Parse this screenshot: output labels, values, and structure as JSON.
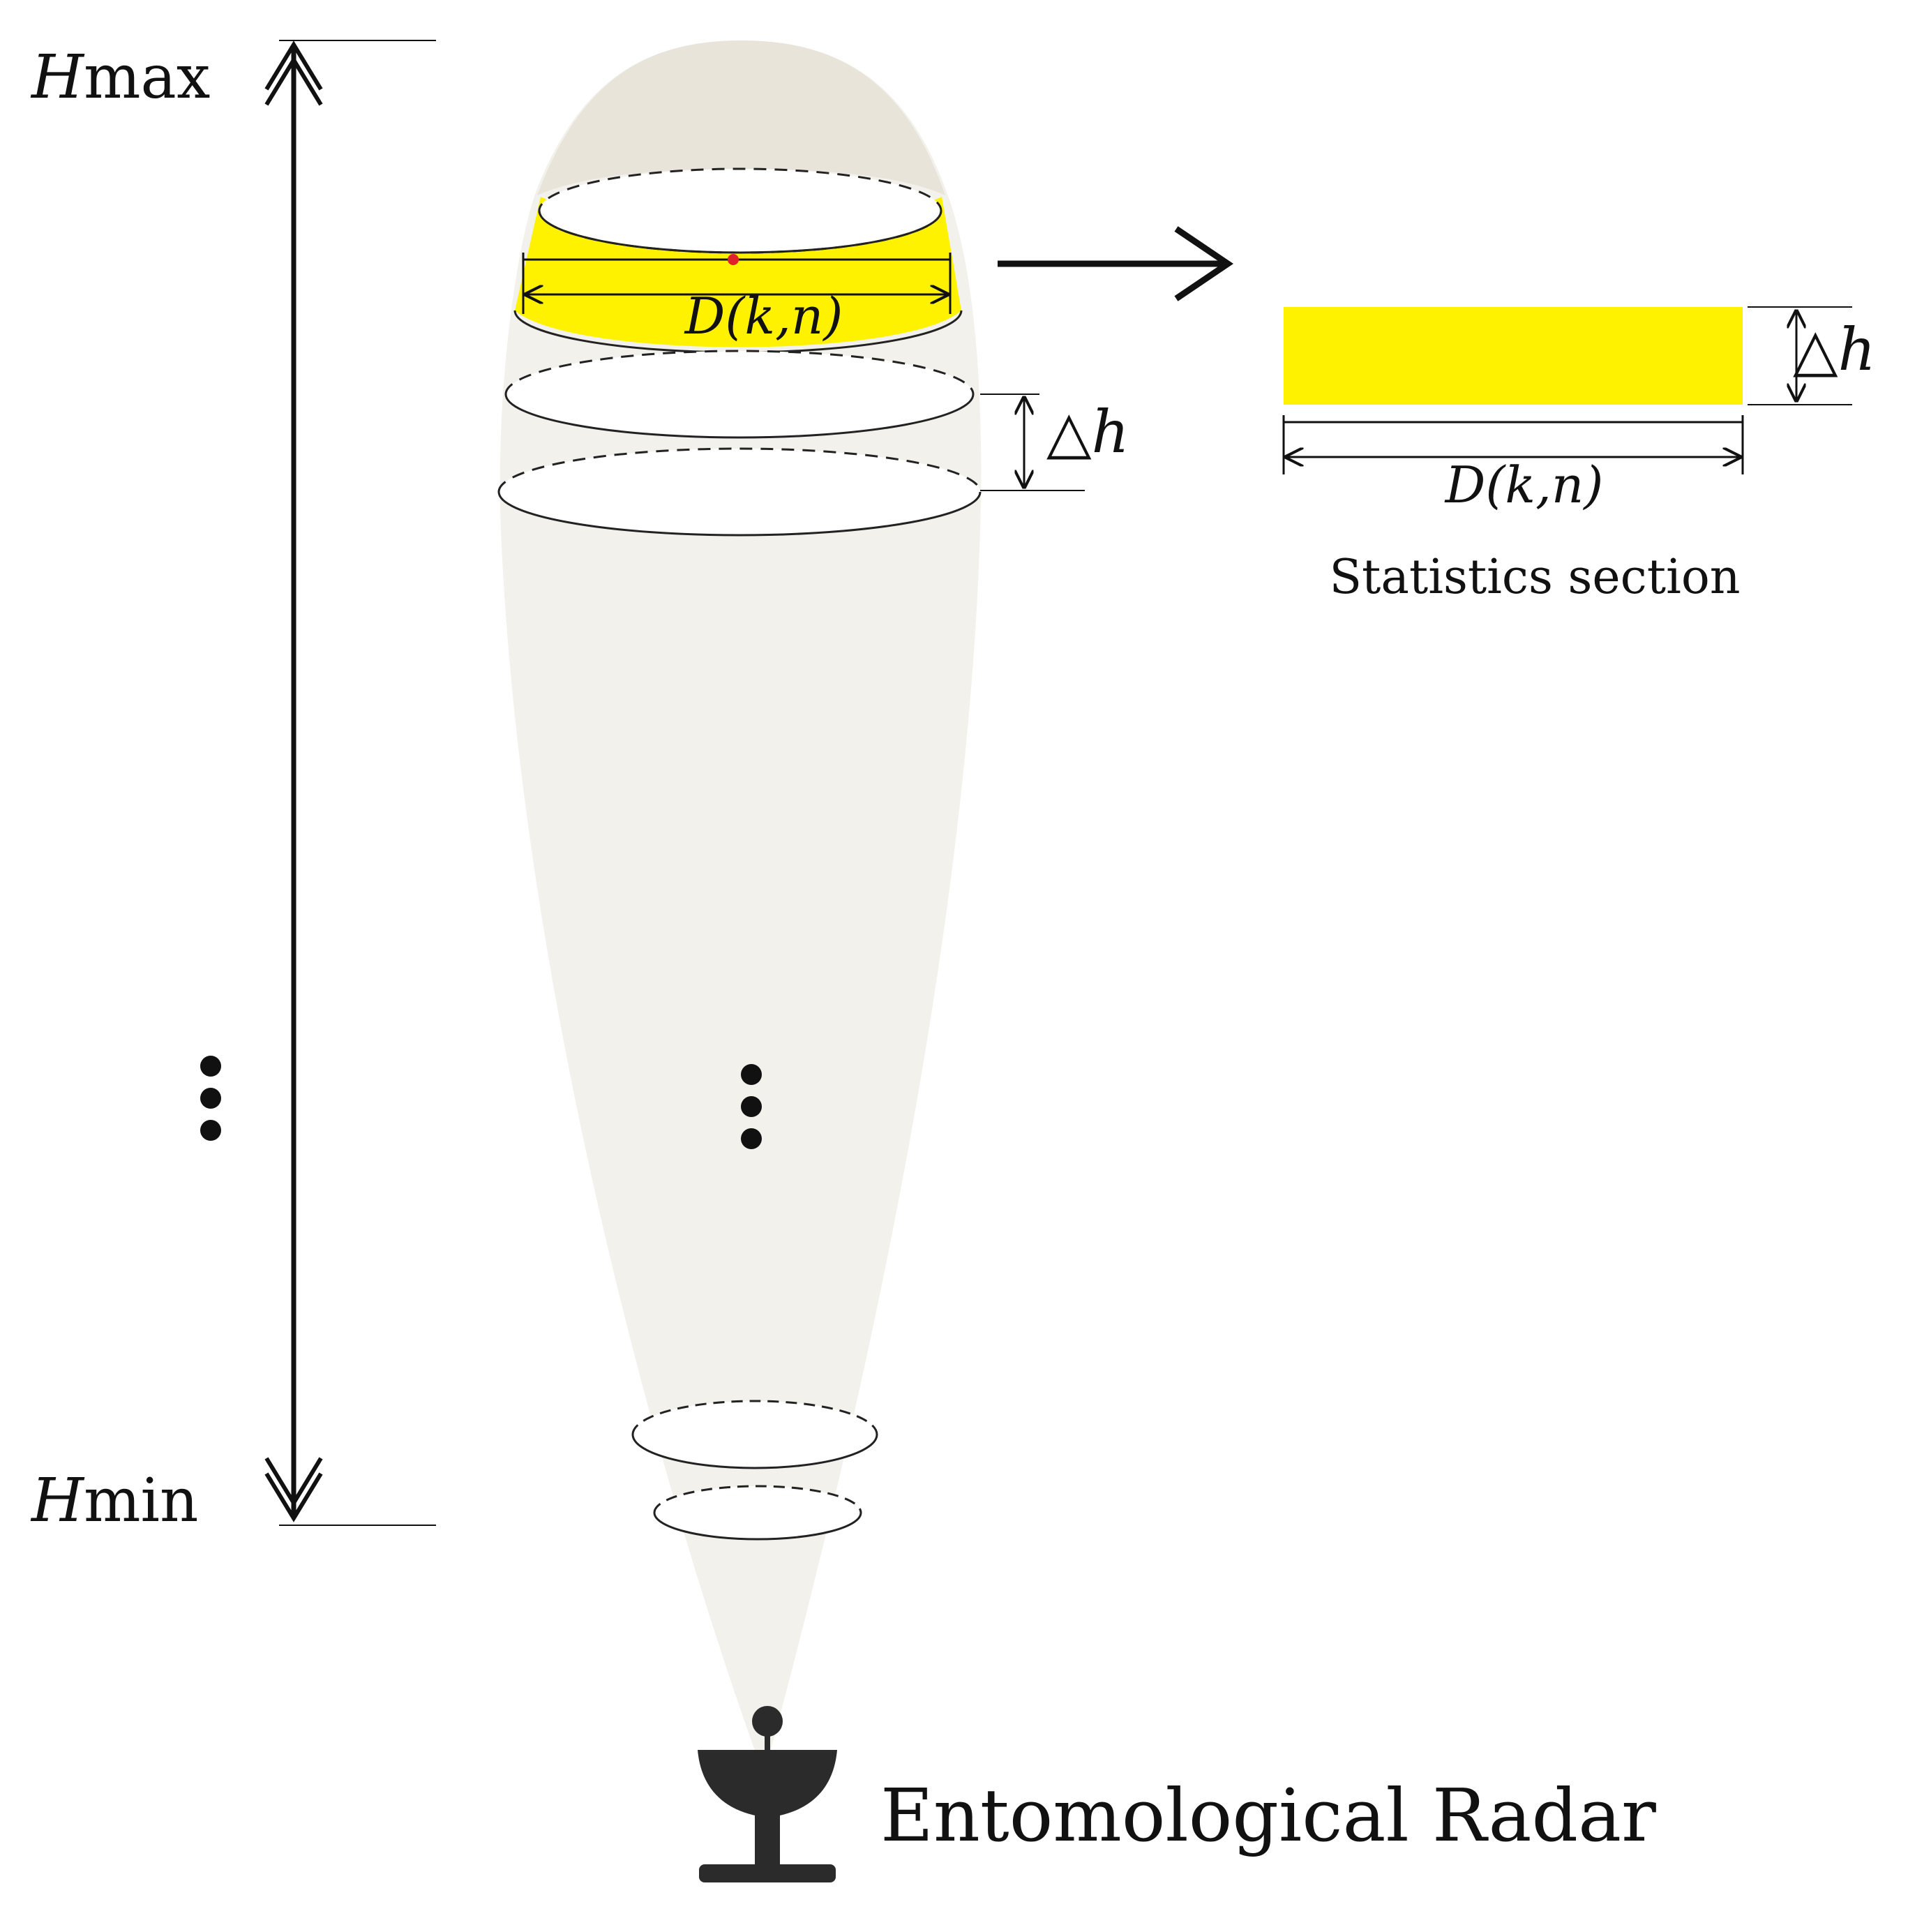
{
  "labels": {
    "h_max_var": "H",
    "h_max_sub": "max",
    "h_min_var": "H",
    "h_min_sub": "min",
    "diameter_label": "D(k,n)",
    "delta_h_label": "△h",
    "section_delta_h_label": "△h",
    "section_diameter_label": "D(k,n)",
    "section_caption": "Statistics section",
    "radar_label": "Entomological Radar"
  },
  "colors": {
    "beam_fill": "#f3f1ec",
    "beam_top_fill": "#e8e4da",
    "highlight": "#fff200",
    "line": "#111111",
    "radar": "#2b2b2b",
    "center_dot": "#e0202a"
  },
  "icons": {
    "radar": "radar-dish-icon",
    "ellipsis": "vertical-ellipsis-icon"
  }
}
